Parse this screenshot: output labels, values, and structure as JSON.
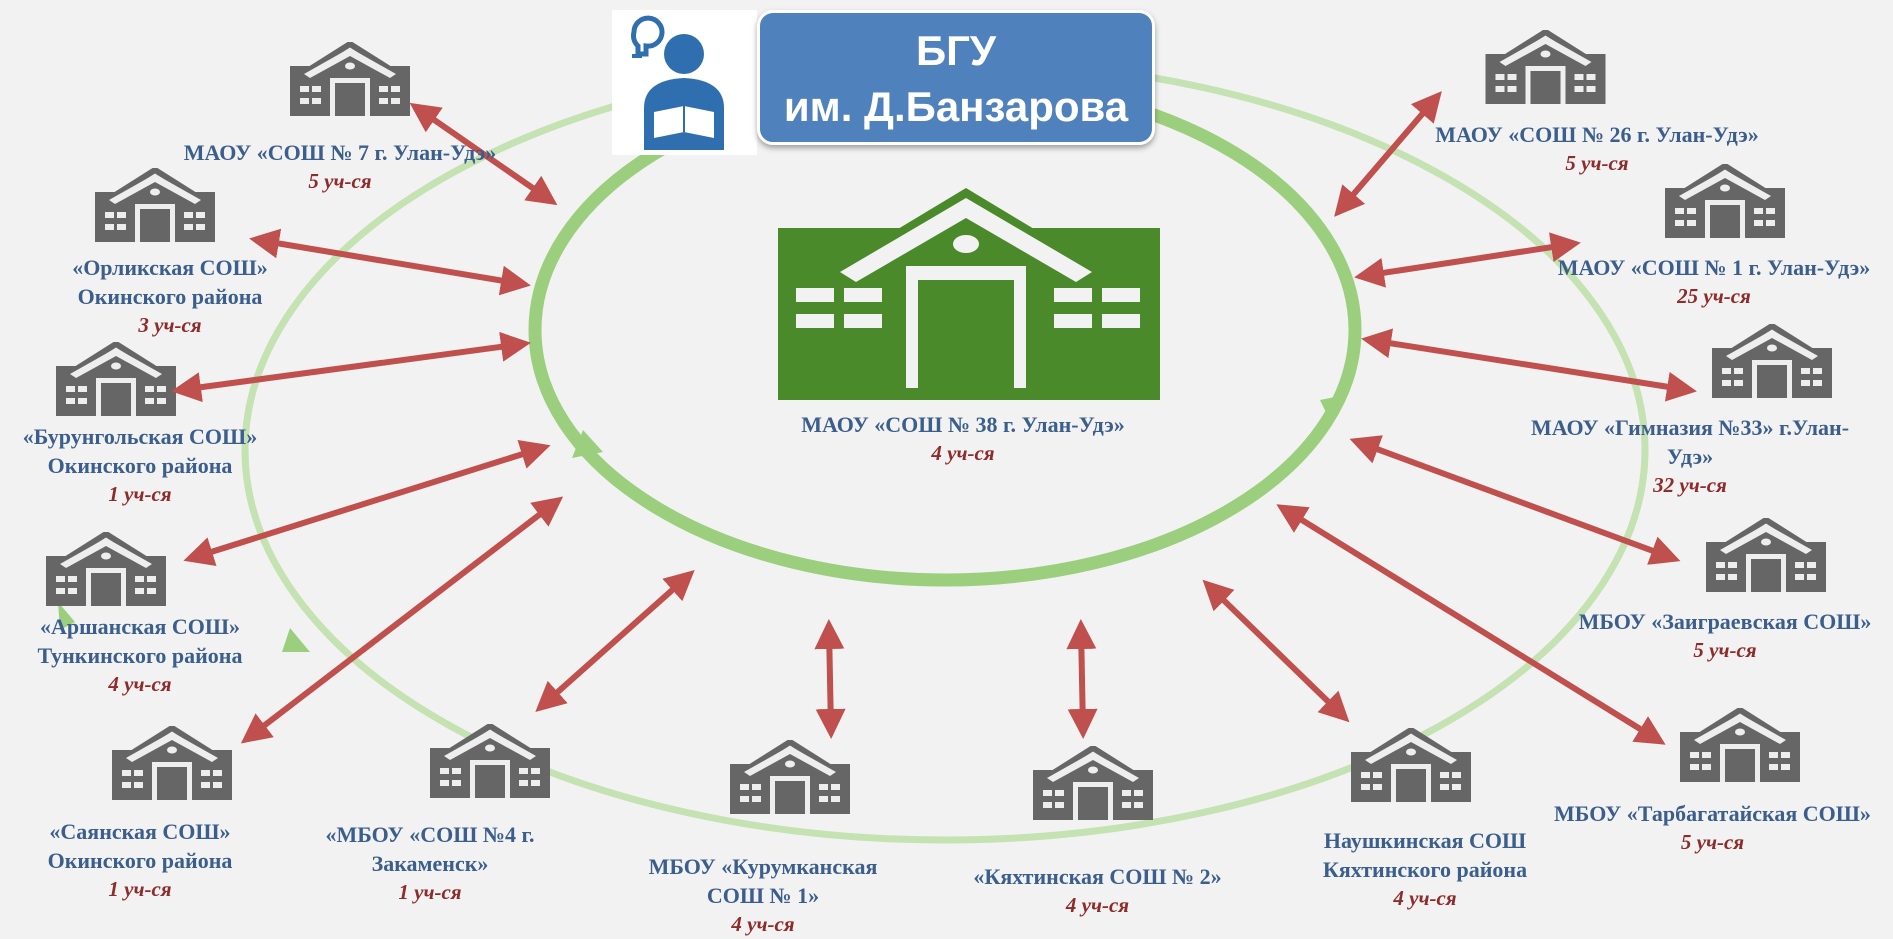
{
  "title": {
    "line1": "БГУ",
    "line2": "им. Д.Банзарова"
  },
  "colors": {
    "arrow": "#c0504d",
    "ring": "#9bcf7e",
    "ring_outer": "#c4e2b2",
    "school_gray": "#666666",
    "school_green": "#4a8a2a",
    "title_bg": "#4f81bd",
    "label_blue": "#3b5e8c",
    "label_red": "#8e2b2b"
  },
  "center": {
    "name": "МАОУ «СОШ № 38 г. Улан-Удэ»",
    "count": "4 уч-ся"
  },
  "schools": [
    {
      "name": "МАОУ «СОШ № 7 г. Улан-Удэ»",
      "count": "5 уч-ся"
    },
    {
      "name": "«Орликская СОШ»",
      "name2": "Окинского района",
      "count": "3 уч-ся"
    },
    {
      "name": "«Бурунгольская СОШ»",
      "name2": "Окинского района",
      "count": "1 уч-ся"
    },
    {
      "name": "«Аршанская СОШ»",
      "name2": "Тункинского района",
      "count": "4 уч-ся"
    },
    {
      "name": "«Саянская СОШ»",
      "name2": "Окинского района",
      "count": "1 уч-ся"
    },
    {
      "name": "«МБОУ «СОШ №4 г.",
      "name2": "Закаменск»",
      "count": "1 уч-ся"
    },
    {
      "name": "МБОУ «Курумканская",
      "name2": "СОШ № 1»",
      "count": "4 уч-ся"
    },
    {
      "name": "«Кяхтинская СОШ № 2»",
      "count": "4 уч-ся"
    },
    {
      "name": "Наушкинская  СОШ",
      "name2": "Кяхтинского района",
      "count": "4 уч-ся"
    },
    {
      "name": "МБОУ «Тарбагатайская СОШ»",
      "count": "5 уч-ся"
    },
    {
      "name": "МБОУ «Заиграевская СОШ»",
      "count": "5 уч-ся"
    },
    {
      "name": "МАОУ «Гимназия №33» г.Улан-",
      "name2": "Удэ»",
      "count": "32 уч-ся"
    },
    {
      "name": "МАОУ «СОШ № 1 г. Улан-Удэ»",
      "count": "25 уч-ся"
    },
    {
      "name": "МАОУ «СОШ № 26 г. Улан-Удэ»",
      "count": "5 уч-ся"
    }
  ]
}
